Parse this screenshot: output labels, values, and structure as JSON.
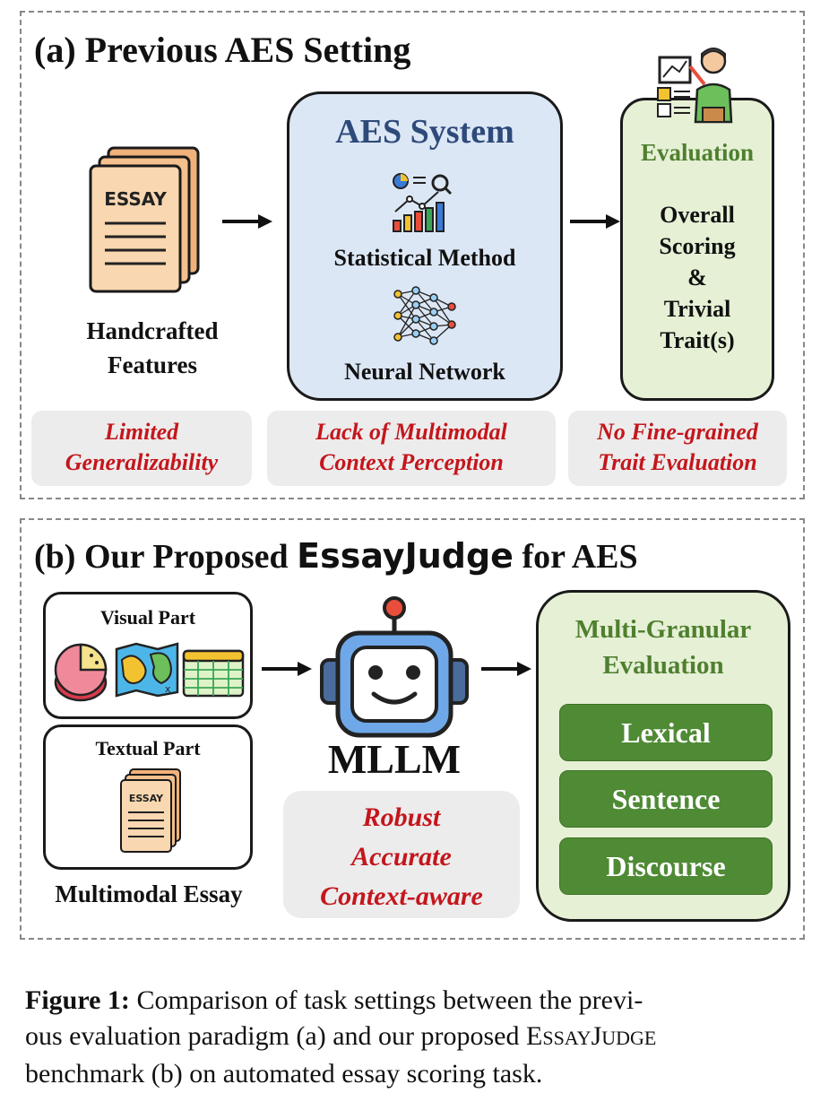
{
  "panel_a": {
    "title": "(a) Previous AES Setting",
    "input_label_line1": "Handcrafted",
    "input_label_line2": "Features",
    "essay_icon_text": "ESSAY",
    "system_title": "AES System",
    "method1": "Statistical Method",
    "method2": "Neural Network",
    "eval_title": "Evaluation",
    "eval_line1": "Overall",
    "eval_line2": "Scoring",
    "eval_line3": "&",
    "eval_line4": "Trivial",
    "eval_line5": "Trait(s)",
    "limit1_line1": "Limited",
    "limit1_line2": "Generalizability",
    "limit2_line1": "Lack of Multimodal",
    "limit2_line2": "Context Perception",
    "limit3_line1": "No Fine-grained",
    "limit3_line2": "Trait Evaluation"
  },
  "panel_b": {
    "title_prefix": "(b) Our Proposed ",
    "title_brand": "EssayJudge",
    "title_suffix": " for AES",
    "visual_part": "Visual Part",
    "textual_part": "Textual Part",
    "essay_icon_text": "ESSAY",
    "multimodal_essay": "Multimodal Essay",
    "model_name": "MLLM",
    "props": [
      "Robust",
      "Accurate",
      "Context-aware"
    ],
    "eval_title_line1": "Multi-Granular",
    "eval_title_line2": "Evaluation",
    "levels": [
      "Lexical",
      "Sentence",
      "Discourse"
    ]
  },
  "caption": {
    "label": "Figure 1:",
    "line1_rest": " Comparison of task settings between the previ-",
    "line2_a": "ous evaluation paradigm (a) and our proposed E",
    "line2_sc": "SSAY",
    "line2_b": "J",
    "line2_sc2": "UDGE",
    "line3": "benchmark (b) on automated essay scoring task."
  },
  "colors": {
    "system_fill": "#dce7f5",
    "eval_fill": "#e5f0d5",
    "eval_border": "#1a1a1a",
    "accent_red": "#c4161c",
    "level_green": "#4f8a35",
    "limit_grey": "#ececec"
  }
}
